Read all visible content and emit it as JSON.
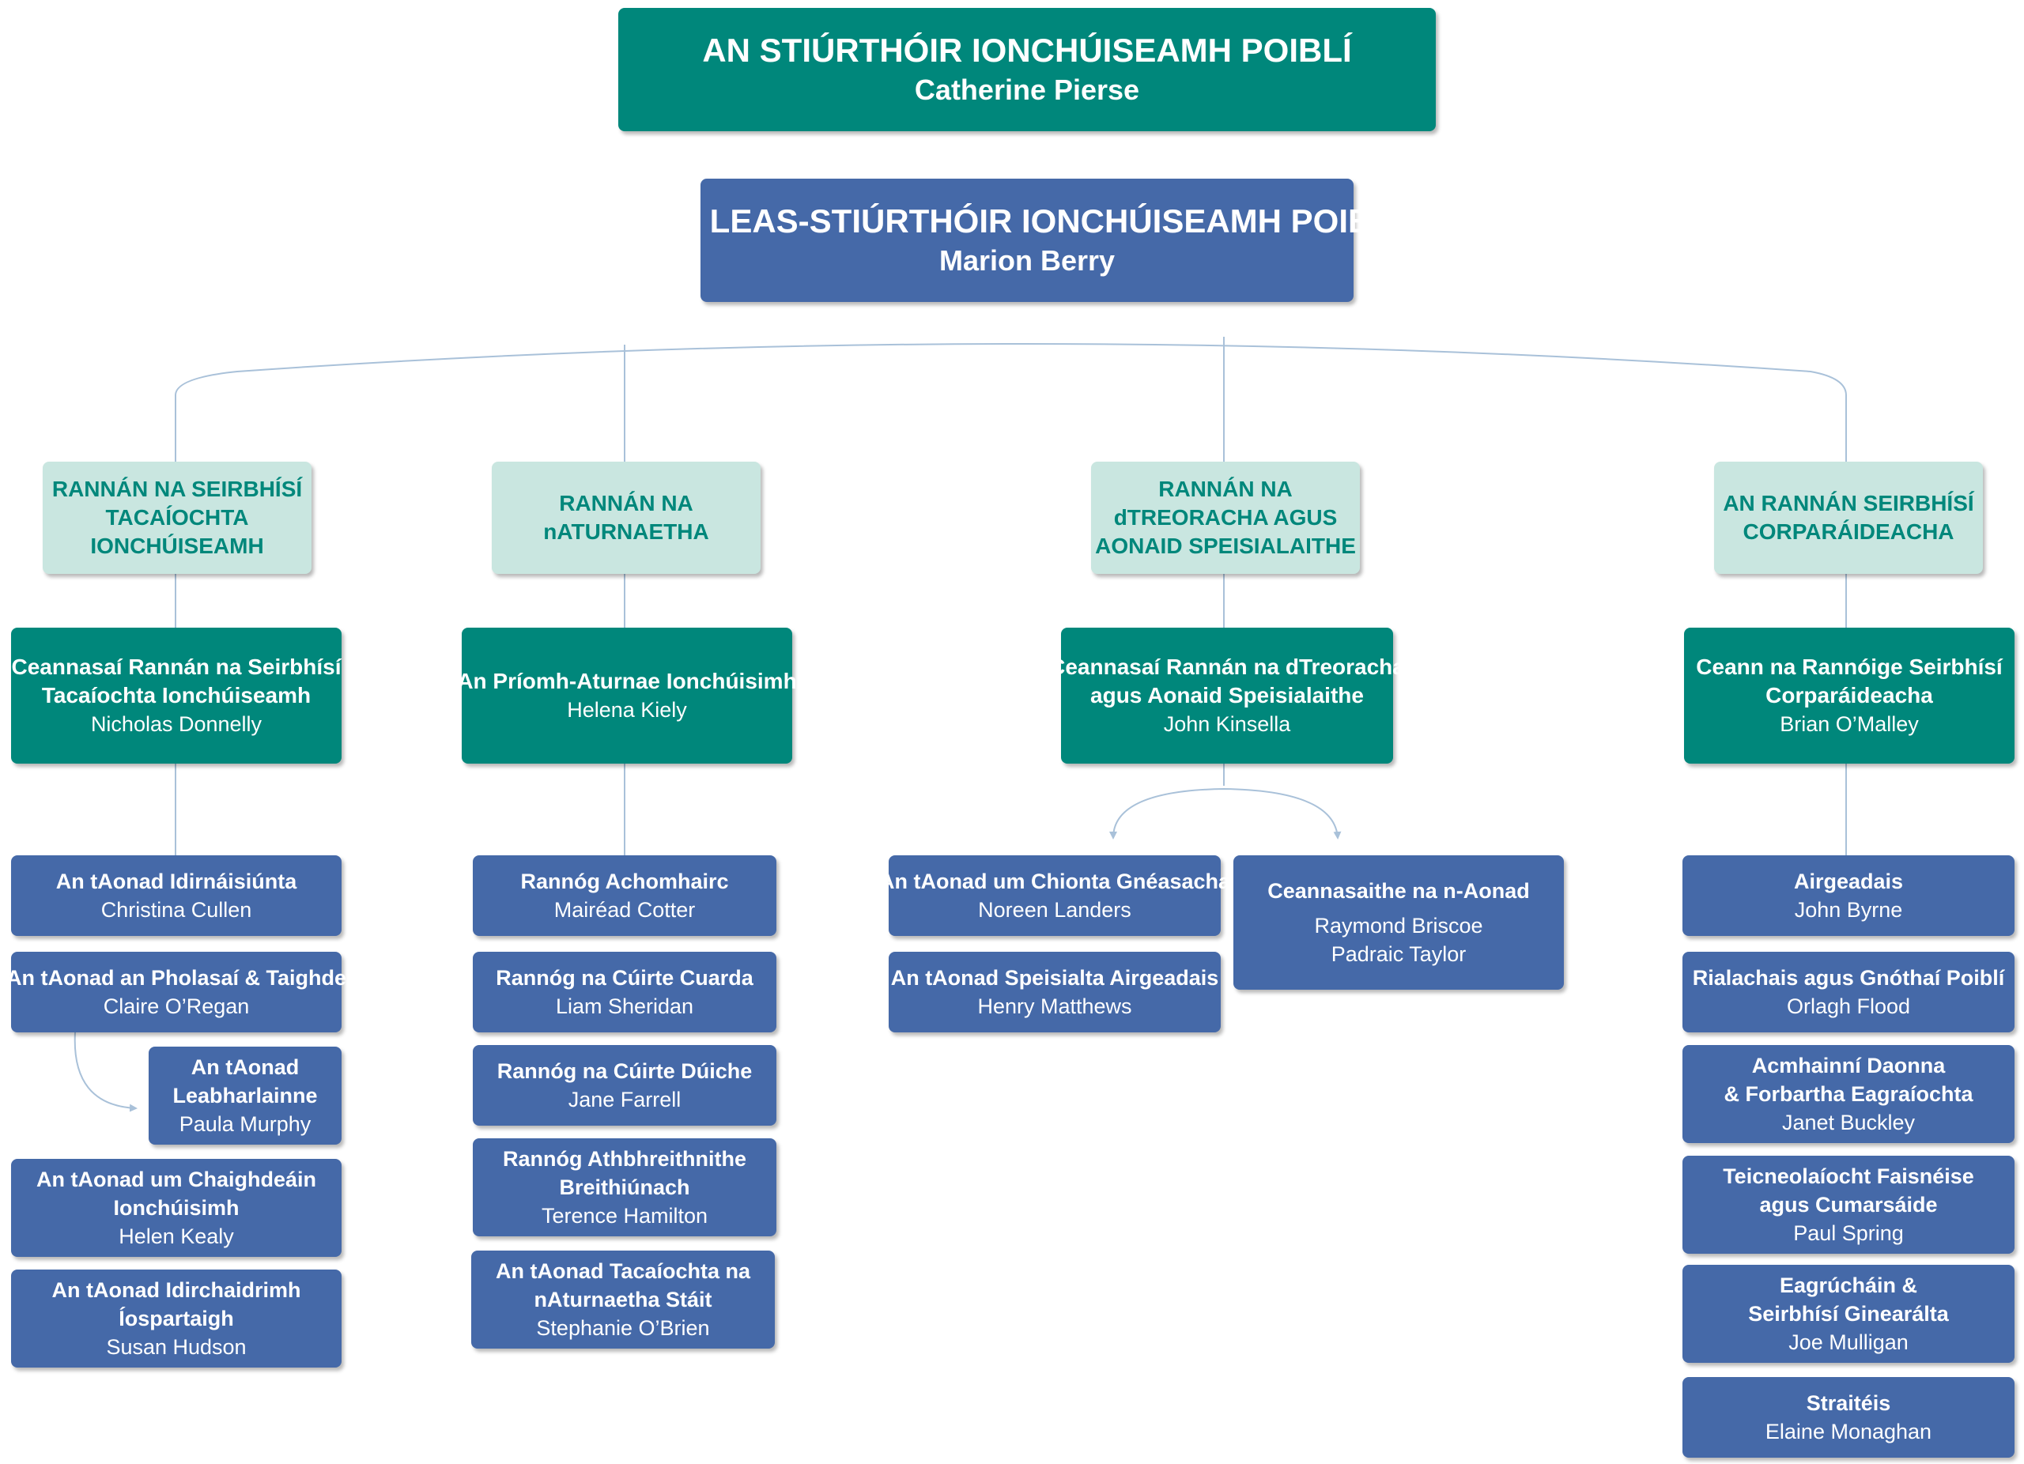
{
  "colors": {
    "teal": "#00877b",
    "blue": "#4569a8",
    "light_teal": "#c9e6e0",
    "connector": "#a9c1d9"
  },
  "director": {
    "title": "AN STIÚRTHÓIR IONCHÚISEAMH POIBLÍ",
    "name": "Catherine Pierse"
  },
  "deputy": {
    "title": "AN LEAS-STIÚRTHÓIR IONCHÚISEAMH POIBLÍ",
    "name": "Marion Berry"
  },
  "divisions": [
    {
      "label": [
        "RANNÁN NA SEIRBHÍSÍ",
        "TACAÍOCHTA",
        "IONCHÚISEAMH"
      ],
      "head": {
        "title": [
          "Ceannasaí Rannán na Seirbhísí",
          "Tacaíochta Ionchúiseamh"
        ],
        "name": "Nicholas Donnelly"
      },
      "units": [
        {
          "title": [
            "An tAonad Idirnáisiúnta"
          ],
          "name": "Christina Cullen"
        },
        {
          "title": [
            "An tAonad an Pholasaí & Taighde"
          ],
          "name": "Claire O’Regan"
        },
        {
          "title": [
            "An tAonad",
            "Leabharlainne"
          ],
          "name": "Paula Murphy"
        },
        {
          "title": [
            "An tAonad um Chaighdeáin",
            "Ionchúisimh"
          ],
          "name": "Helen Kealy"
        },
        {
          "title": [
            "An tAonad Idirchaidrimh",
            "Íospartaigh"
          ],
          "name": "Susan Hudson"
        }
      ]
    },
    {
      "label": [
        "RANNÁN NA",
        "nATURNAETHA"
      ],
      "head": {
        "title": [
          "An Príomh-Aturnae Ionchúisimh"
        ],
        "name": "Helena Kiely"
      },
      "units": [
        {
          "title": [
            "Rannóg Achomhairc"
          ],
          "name": "Mairéad Cotter"
        },
        {
          "title": [
            "Rannóg na Cúirte Cuarda"
          ],
          "name": "Liam Sheridan"
        },
        {
          "title": [
            "Rannóg na Cúirte Dúiche"
          ],
          "name": "Jane Farrell"
        },
        {
          "title": [
            "Rannóg Athbhreithnithe",
            "Breithiúnach"
          ],
          "name": "Terence Hamilton"
        },
        {
          "title": [
            "An tAonad Tacaíochta na",
            "nAturnaetha Stáit"
          ],
          "name": "Stephanie O’Brien"
        }
      ]
    },
    {
      "label": [
        "RANNÁN NA",
        "dTREORACHA AGUS",
        "AONAID SPEISIALAITHE"
      ],
      "head": {
        "title": [
          "Ceannasaí Rannán na dTreoracha",
          "agus Aonaid Speisialaithe"
        ],
        "name": "John Kinsella"
      },
      "units": [
        {
          "title": [
            "An tAonad um Chionta Gnéasacha"
          ],
          "name": "Noreen Landers"
        },
        {
          "title": [
            "An tAonad Speisialta Airgeadais"
          ],
          "name": "Henry Matthews"
        },
        {
          "title": [
            "Ceannasaithe na n-Aonad"
          ],
          "names": [
            "Raymond Briscoe",
            "Padraic Taylor"
          ]
        }
      ]
    },
    {
      "label": [
        "AN RANNÁN SEIRBHÍSÍ",
        "CORPARÁIDEACHA"
      ],
      "head": {
        "title": [
          "Ceann na Rannóige Seirbhísí",
          "Corparáideacha"
        ],
        "name": "Brian O’Malley"
      },
      "units": [
        {
          "title": [
            "Airgeadais"
          ],
          "name": "John Byrne"
        },
        {
          "title": [
            "Rialachais agus Gnóthaí Poiblí"
          ],
          "name": "Orlagh Flood"
        },
        {
          "title": [
            "Acmhainní Daonna",
            "& Forbartha Eagraíochta"
          ],
          "name": "Janet Buckley"
        },
        {
          "title": [
            "Teicneolaíocht Faisnéise",
            "agus Cumarsáide"
          ],
          "name": "Paul Spring"
        },
        {
          "title": [
            "Eagrúcháin &",
            "Seirbhísí Ginearálta"
          ],
          "name": "Joe Mulligan"
        },
        {
          "title": [
            "Straitéis"
          ],
          "name": "Elaine Monaghan"
        }
      ]
    }
  ]
}
